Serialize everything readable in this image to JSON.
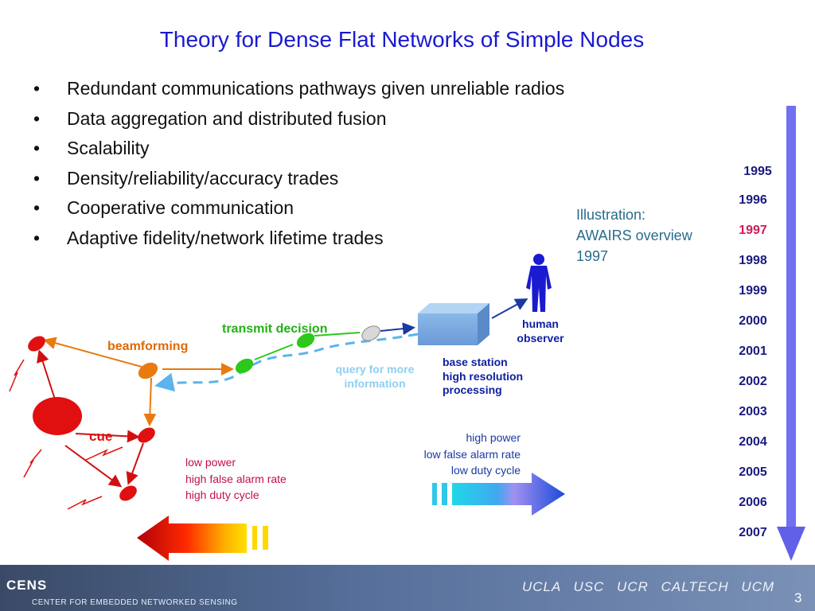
{
  "title": "Theory for Dense Flat Networks of Simple Nodes",
  "bullets": [
    "Redundant communications pathways given unreliable radios",
    "Data aggregation and distributed fusion",
    "Scalability",
    "Density/reliability/accuracy trades",
    "Cooperative communication",
    "Adaptive fidelity/network lifetime trades"
  ],
  "bullet_symbol": "•",
  "illustration": {
    "line1": "Illustration:",
    "line2": "AWAIRS overview",
    "line3": "1997"
  },
  "timeline": {
    "years": [
      "1995",
      "1996",
      "1997",
      "1998",
      "1999",
      "2000",
      "2001",
      "2002",
      "2003",
      "2004",
      "2005",
      "2006",
      "2007"
    ],
    "highlight_year": "1997",
    "arrow_color": "#6a6af0"
  },
  "diagram": {
    "beamforming": "beamforming",
    "transmit_decision": "transmit decision",
    "query_line1": "query for more",
    "query_line2": "information",
    "cue": "cue",
    "base_station": {
      "line1": "base station",
      "line2": "high resolution",
      "line3": "processing"
    },
    "human_observer": {
      "line1": "human",
      "line2": "observer"
    },
    "low_power": {
      "line1": "low power",
      "line2": "high false alarm rate",
      "line3": "high duty cycle"
    },
    "high_power": {
      "line1": "high power",
      "line2": "low false alarm rate",
      "line3": "low duty cycle"
    },
    "colors": {
      "red_node": "#e01010",
      "orange_node": "#e87a10",
      "green_node": "#2cc81a",
      "label_orange": "#e06a00",
      "label_green": "#22b014",
      "label_blue": "#1020a0",
      "label_query": "#8ecff0",
      "label_low": "#c0104a",
      "label_high": "#1a3aa0"
    }
  },
  "footer": {
    "logo": "CENS",
    "center_name": "CENTER FOR EMBEDDED NETWORKED SENSING",
    "universities": "UCLA USC UCR CALTECH UCM",
    "page_number": "3"
  }
}
